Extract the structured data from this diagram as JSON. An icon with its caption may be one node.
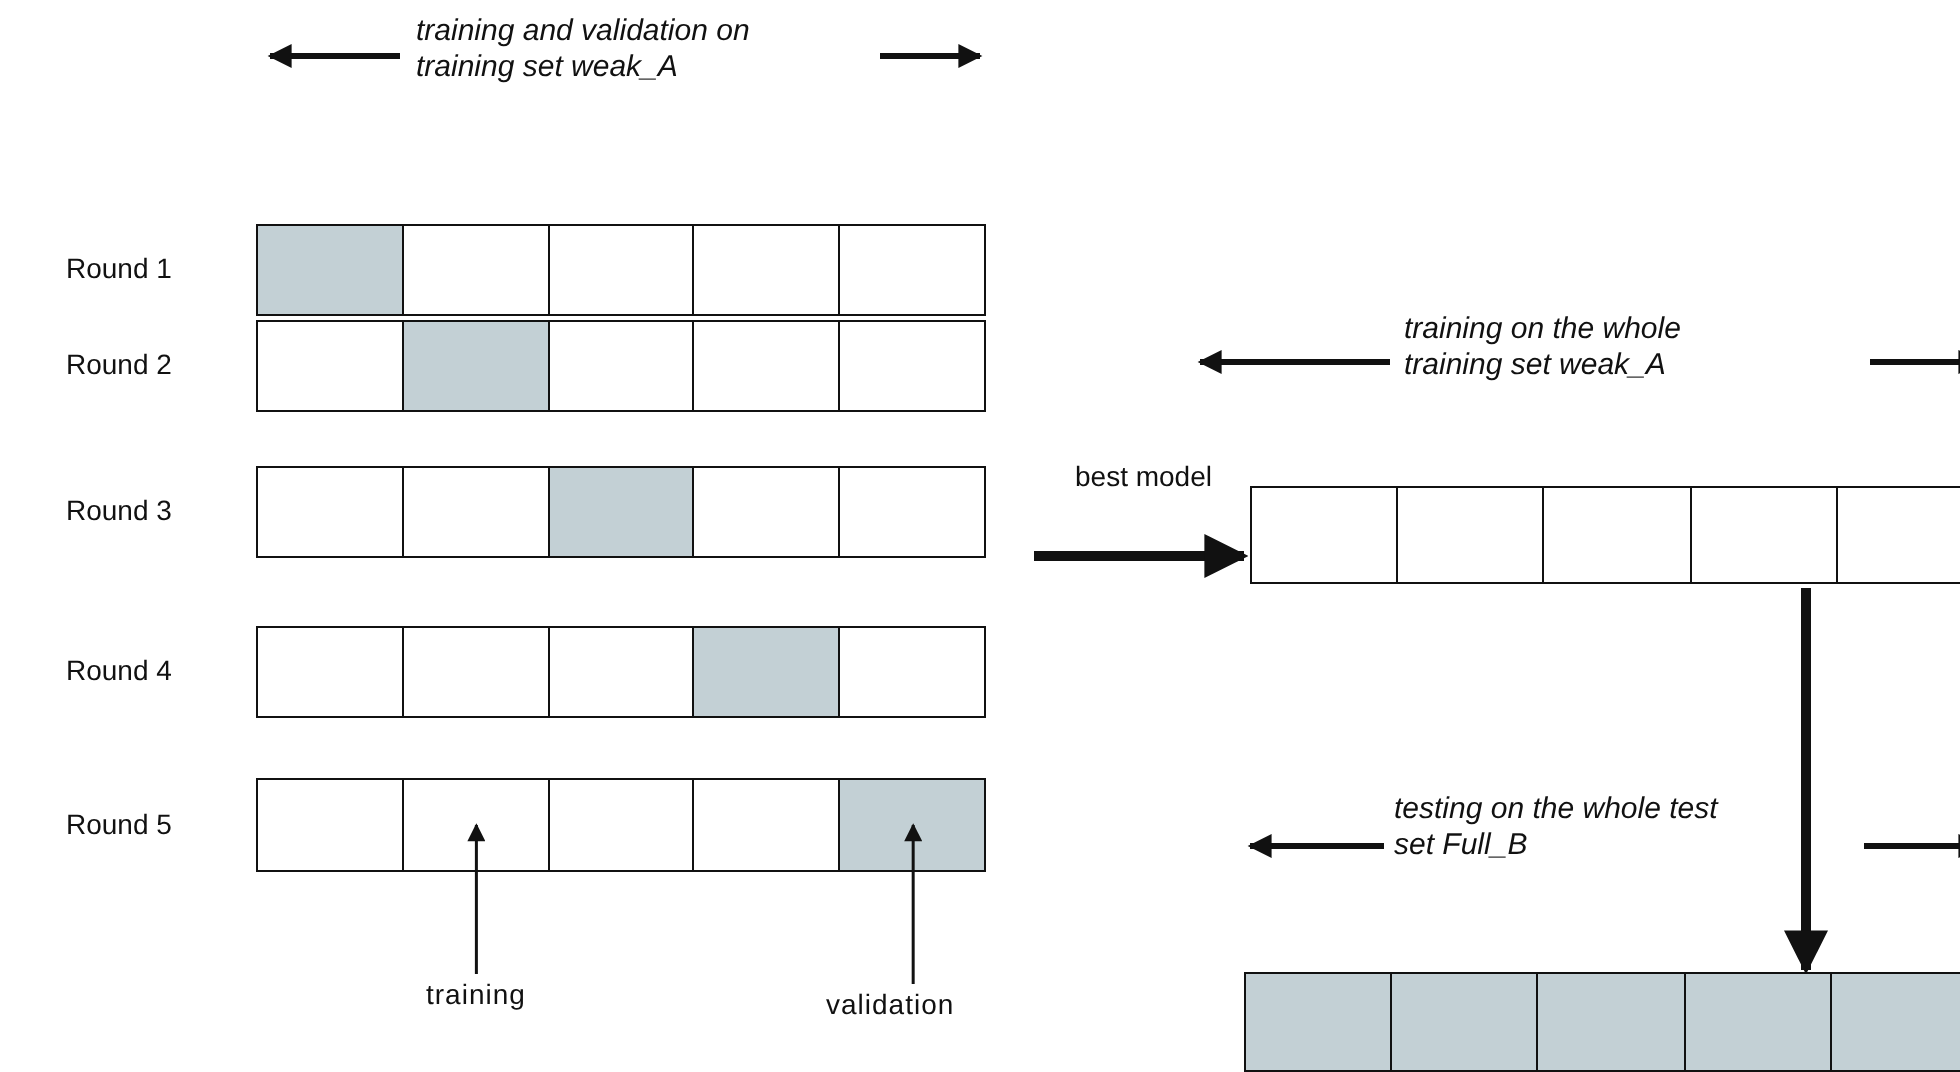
{
  "diagram": {
    "nodes": [
      {
        "text": [],
        "shape": "bar",
        "beside": [
          "Round 1"
        ]
      },
      {
        "text": [],
        "shape": "box",
        "in": 0
      },
      {
        "text": [],
        "shape": "box",
        "in": 0
      },
      {
        "text": [],
        "shape": "box",
        "in": 0
      },
      {
        "text": [],
        "shape": "box",
        "in": 0
      },
      {
        "text": [],
        "shape": "box",
        "in": 0
      },
      {
        "text": [],
        "shape": "bar",
        "beside": [
          "Round 2"
        ]
      },
      {
        "text": [],
        "shape": "box",
        "in": 6
      },
      {
        "text": [],
        "shape": "box",
        "in": 6
      },
      {
        "text": [],
        "shape": "box",
        "in": 6
      },
      {
        "text": [],
        "shape": "box",
        "in": 6
      },
      {
        "text": [],
        "shape": "box",
        "in": 6
      },
      {
        "text": [],
        "shape": "bar",
        "beside": [
          "Round 3"
        ]
      },
      {
        "text": [],
        "shape": "box",
        "in": 12
      },
      {
        "text": [],
        "shape": "box",
        "in": 12
      },
      {
        "text": [],
        "shape": "box",
        "in": 12
      },
      {
        "text": [],
        "shape": "box",
        "in": 12
      },
      {
        "text": [],
        "shape": "box",
        "in": 12
      },
      {
        "text": [],
        "shape": "bar",
        "beside": [
          "Round 4"
        ]
      },
      {
        "text": [],
        "shape": "box",
        "in": 18
      },
      {
        "text": [],
        "shape": "box",
        "in": 18
      },
      {
        "text": [],
        "shape": "box",
        "in": 18
      },
      {
        "text": [],
        "shape": "box",
        "in": 18
      },
      {
        "text": [],
        "shape": "box",
        "in": 18
      },
      {
        "text": [],
        "shape": "bar",
        "beside": [
          "Round 5"
        ]
      },
      {
        "text": [],
        "shape": "box",
        "in": 24
      },
      {
        "text": [],
        "shape": "box",
        "in": 24
      },
      {
        "text": [],
        "shape": "box",
        "in": 24
      },
      {
        "text": [],
        "shape": "box",
        "in": 24
      },
      {
        "text": [],
        "shape": "box",
        "in": 24
      },
      {
        "text": [],
        "shape": "bar"
      },
      {
        "text": [],
        "shape": "box",
        "in": 30
      },
      {
        "text": [],
        "shape": "box",
        "in": 30
      },
      {
        "text": [],
        "shape": "box",
        "in": 30
      },
      {
        "text": [],
        "shape": "box",
        "in": 30
      },
      {
        "text": [],
        "shape": "box",
        "in": 30
      },
      {
        "text": [],
        "shape": "bar"
      },
      {
        "text": [],
        "shape": "box",
        "in": 36
      },
      {
        "text": [],
        "shape": "box",
        "in": 36
      },
      {
        "text": [],
        "shape": "box",
        "in": 36
      },
      {
        "text": [],
        "shape": "box",
        "in": 36
      },
      {
        "text": [],
        "shape": "box",
        "in": 36
      },
      {
        "text": [
          "training"
        ]
      },
      {
        "text": [
          "validation"
        ]
      }
    ],
    "edges": [
      {
        "from": null,
        "to": 30,
        "arrow": "to",
        "label": "best model",
        "style": "thick"
      },
      {
        "from": 30,
        "to": 36,
        "arrow": "to",
        "style": "thick"
      },
      {
        "from": 42,
        "to": 26,
        "arrow": "to"
      },
      {
        "from": 43,
        "to": 29,
        "arrow": "to"
      }
    ],
    "labels": [
      "training and validation on training set weak_A",
      "training on the whole training set weak_A",
      "testing on the whole test set Full_B"
    ]
  }
}
